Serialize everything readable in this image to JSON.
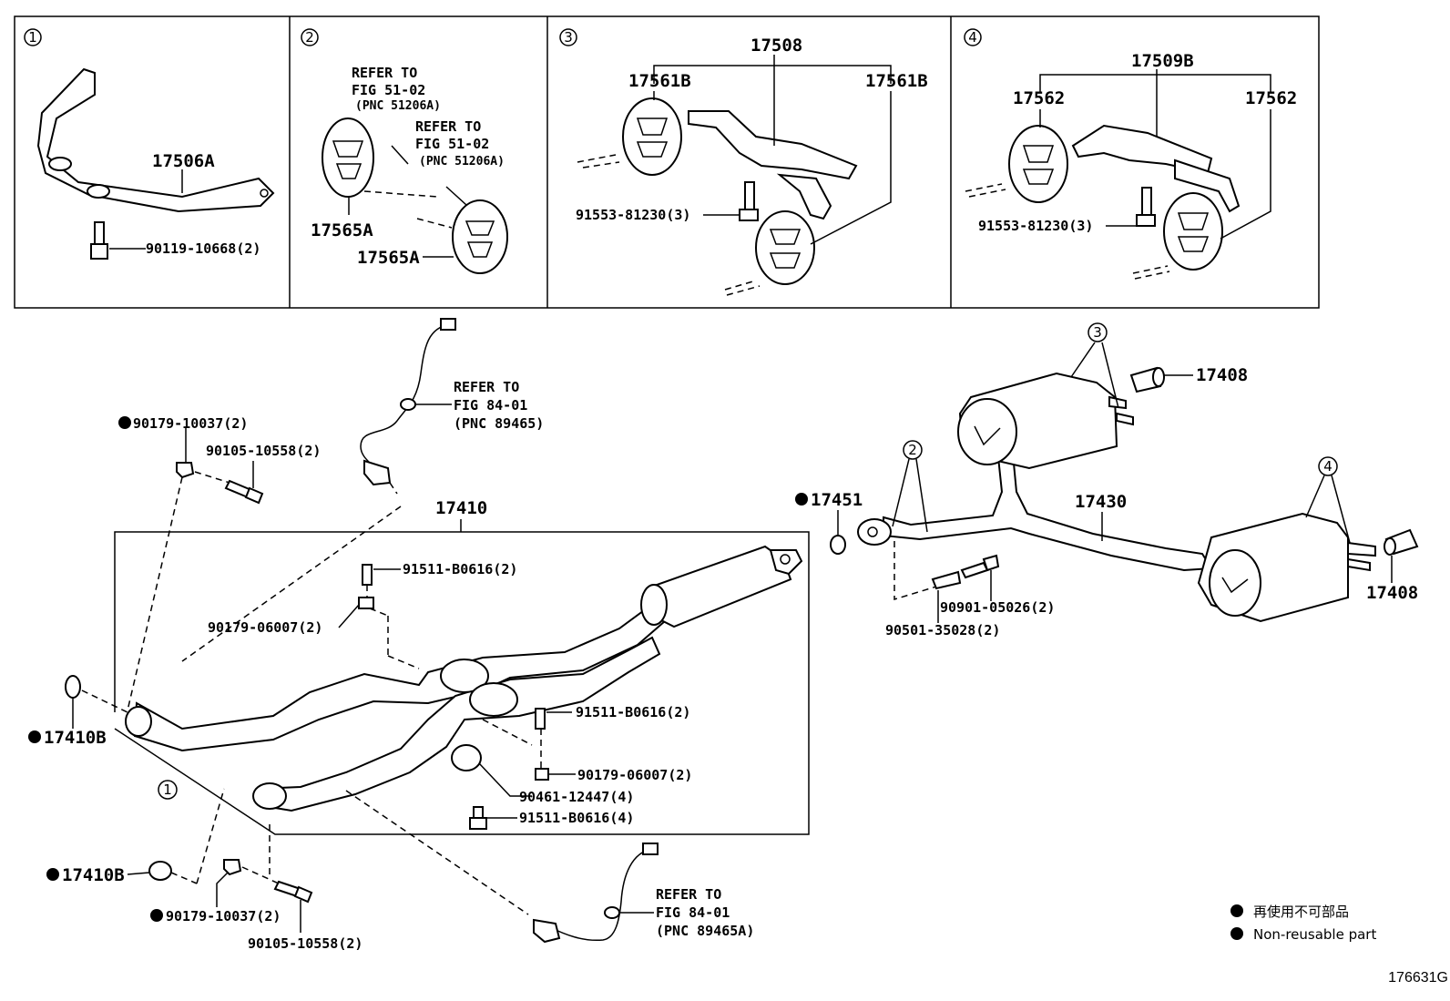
{
  "panels": [
    {
      "index": "1",
      "labels": {
        "main": "17506A",
        "bolt": "90119-10668(2)"
      }
    },
    {
      "index": "2",
      "labels": {
        "ref1_a": "REFER TO",
        "ref1_b": "FIG 51-02",
        "ref1_c": "(PNC 51206A)",
        "ref2_a": "REFER TO",
        "ref2_b": "FIG 51-02",
        "ref2_c": "(PNC 51206A)",
        "hanger_a": "17565A",
        "hanger_b": "17565A"
      }
    },
    {
      "index": "3",
      "labels": {
        "main": "17508",
        "left": "17561B",
        "right": "17561B",
        "bolt": "91553-81230(3)"
      }
    },
    {
      "index": "4",
      "labels": {
        "main": "17509B",
        "left": "17562",
        "right": "17562",
        "bolt": "91553-81230(3)"
      }
    }
  ],
  "main": {
    "front_pipe": "17410",
    "center_pipe": "17430",
    "gasket_451": "17451",
    "tail_tip_top": "17408",
    "tail_tip_right": "17408",
    "gasket_top": "17410B",
    "gasket_bottom": "17410B",
    "bolt_91511_a": "91511-B0616(2)",
    "bolt_91511_b": "91511-B0616(2)",
    "bolt_91511_c": "91511-B0616(4)",
    "nut_a": "90179-06007(2)",
    "nut_b": "90179-06007(2)",
    "clamp": "90461-12447(4)",
    "nut_10037_top": "90179-10037(2)",
    "nut_10037_bottom": "90179-10037(2)",
    "bolt_10558_top": "90105-10558(2)",
    "bolt_10558_bottom": "90105-10558(2)",
    "bolt_05026": "90901-05026(2)",
    "spring_35028": "90501-35028(2)",
    "ref_sensor1_a": "REFER TO",
    "ref_sensor1_b": "FIG 84-01",
    "ref_sensor1_c": "(PNC 89465)",
    "ref_sensor2_a": "REFER TO",
    "ref_sensor2_b": "FIG 84-01",
    "ref_sensor2_c": "(PNC 89465A)",
    "callout_1": "1",
    "callout_2": "2",
    "callout_3": "3",
    "callout_4": "4"
  },
  "legend": {
    "japanese": "再使用不可部品",
    "english": "Non-reusable part"
  },
  "figure_code": "176631G"
}
